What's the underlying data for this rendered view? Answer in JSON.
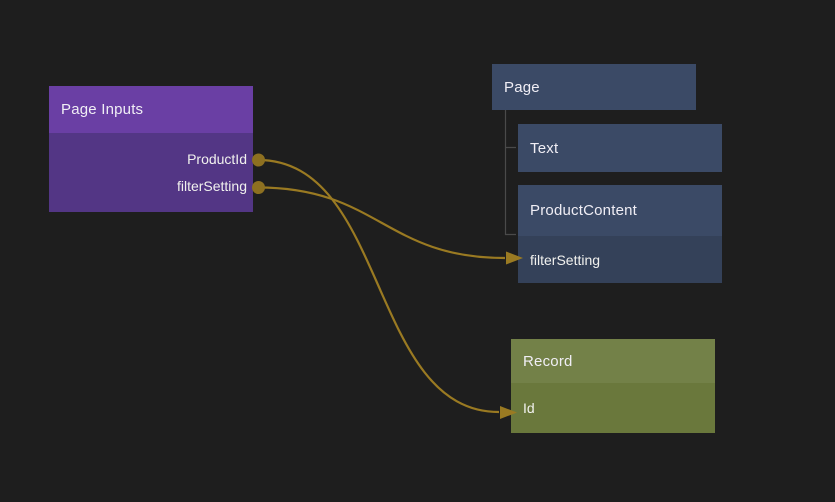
{
  "canvas": {
    "background": "#1e1e1e"
  },
  "colors": {
    "wire": "#9a7a22",
    "port": "#8d7021",
    "arrowhead": "#9a7a22",
    "tree_line": "#4a4a4a",
    "page_inputs_header": "#6a3fa4",
    "page_inputs_body": "#533685",
    "widget_header": "#3b4a66",
    "widget_row": "#344159",
    "record_header": "#738148",
    "record_row": "#6a783c"
  },
  "nodes": {
    "page_inputs": {
      "title": "Page Inputs",
      "outputs": [
        {
          "label": "ProductId"
        },
        {
          "label": "filterSetting"
        }
      ]
    },
    "page": {
      "title": "Page"
    },
    "text": {
      "title": "Text"
    },
    "product_content": {
      "title": "ProductContent",
      "inputs": [
        {
          "label": "filterSetting"
        }
      ]
    },
    "record": {
      "title": "Record",
      "inputs": [
        {
          "label": "Id"
        }
      ]
    }
  },
  "connections": [
    {
      "from": "Page Inputs.ProductId",
      "to": "Record.Id"
    },
    {
      "from": "Page Inputs.filterSetting",
      "to": "ProductContent.filterSetting"
    }
  ]
}
